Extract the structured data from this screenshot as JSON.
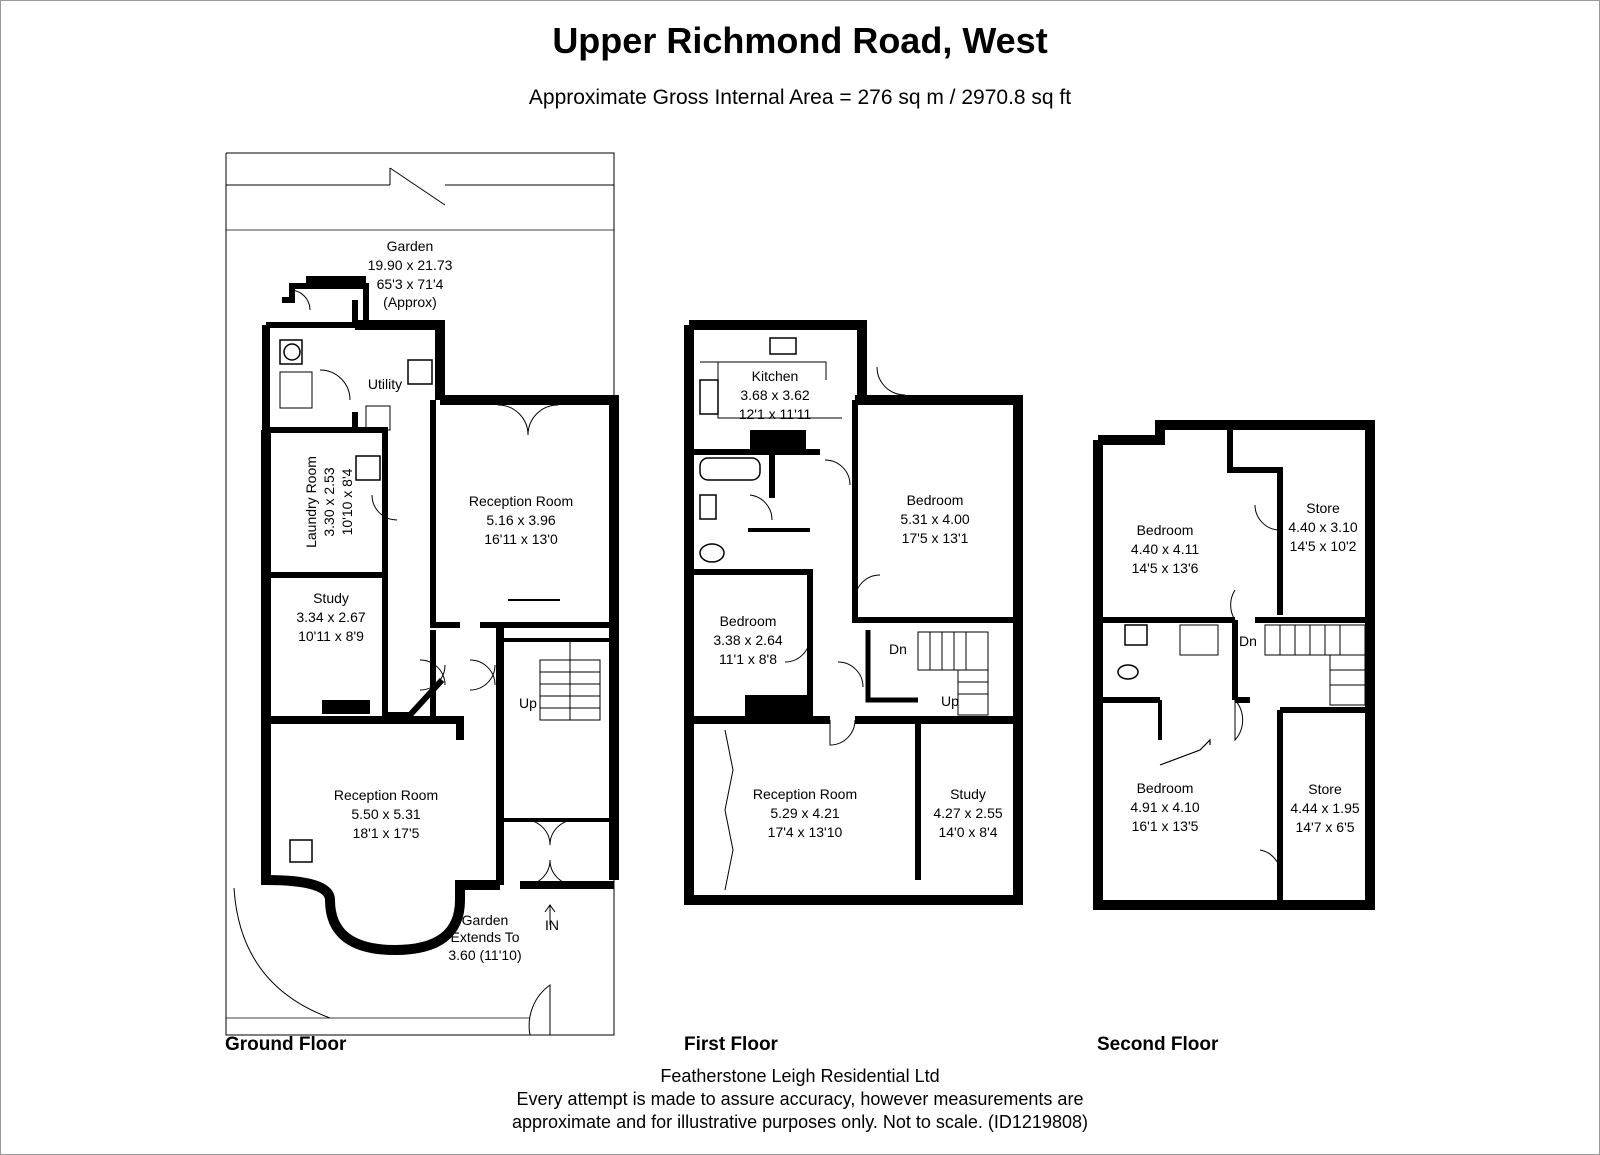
{
  "title": "Upper Richmond Road, West",
  "subtitle": "Approximate Gross Internal Area = 276 sq m / 2970.8 sq ft",
  "floors": {
    "ground": {
      "label": "Ground Floor",
      "garden": {
        "name": "Garden",
        "dim_m": "19.90 x 21.73",
        "dim_ft": "65'3 x 71'4",
        "note": "(Approx)"
      },
      "utility": "Utility",
      "laundry": {
        "name": "Laundry Room",
        "dim_m": "3.30 x 2.53",
        "dim_ft": "10'10 x 8'4"
      },
      "reception_top": {
        "name": "Reception Room",
        "dim_m": "5.16 x 3.96",
        "dim_ft": "16'11 x 13'0"
      },
      "study": {
        "name": "Study",
        "dim_m": "3.34 x 2.67",
        "dim_ft": "10'11 x 8'9"
      },
      "up": "Up",
      "reception_bottom": {
        "name": "Reception Room",
        "dim_m": "5.50 x 5.31",
        "dim_ft": "18'1 x 17'5"
      },
      "garden_front": {
        "line1": "Garden",
        "line2": "Extends To",
        "line3": "3.60 (11'10)"
      },
      "entrance": "IN"
    },
    "first": {
      "label": "First Floor",
      "kitchen": {
        "name": "Kitchen",
        "dim_m": "3.68 x 3.62",
        "dim_ft": "12'1 x 11'11"
      },
      "bedroom_large": {
        "name": "Bedroom",
        "dim_m": "5.31 x 4.00",
        "dim_ft": "17'5 x 13'1"
      },
      "bedroom_small": {
        "name": "Bedroom",
        "dim_m": "3.38 x 2.64",
        "dim_ft": "11'1 x 8'8"
      },
      "dn": "Dn",
      "up": "Up",
      "reception": {
        "name": "Reception Room",
        "dim_m": "5.29 x 4.21",
        "dim_ft": "17'4 x 13'10"
      },
      "study": {
        "name": "Study",
        "dim_m": "4.27 x 2.55",
        "dim_ft": "14'0 x 8'4"
      }
    },
    "second": {
      "label": "Second Floor",
      "bedroom_top": {
        "name": "Bedroom",
        "dim_m": "4.40 x 4.11",
        "dim_ft": "14'5 x 13'6"
      },
      "store_top": {
        "name": "Store",
        "dim_m": "4.40 x 3.10",
        "dim_ft": "14'5 x 10'2"
      },
      "dn": "Dn",
      "bedroom_bottom": {
        "name": "Bedroom",
        "dim_m": "4.91 x 4.10",
        "dim_ft": "16'1 x 13'5"
      },
      "store_bottom": {
        "name": "Store",
        "dim_m": "4.44 x 1.95",
        "dim_ft": "14'7 x 6'5"
      }
    }
  },
  "footer": {
    "company": "Featherstone Leigh Residential Ltd",
    "line1": "Every attempt is made to assure accuracy, however measurements are",
    "line2": "approximate and for illustrative purposes only. Not to scale. (ID1219808)"
  }
}
